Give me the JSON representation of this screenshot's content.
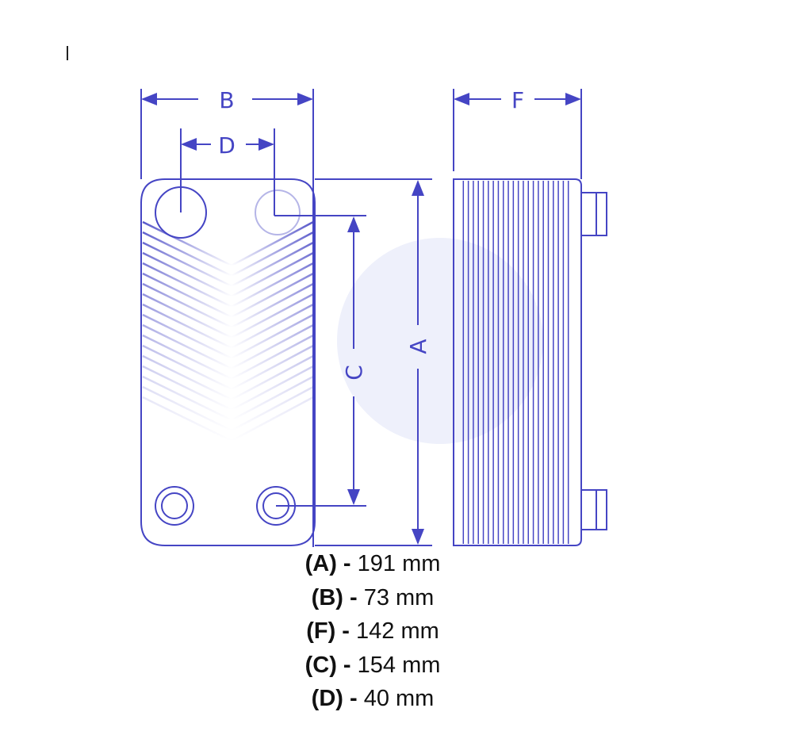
{
  "diagram": {
    "line_color": "#4545c4",
    "dimension_labels": {
      "A": "A",
      "B": "B",
      "C": "C",
      "D": "D",
      "F": "F"
    },
    "side_view_fin_count": 22
  },
  "specs": [
    {
      "key": "(A)",
      "sep": " - ",
      "value": "191 mm"
    },
    {
      "key": "(B)",
      "sep": " - ",
      "value": "73 mm"
    },
    {
      "key": "(F)",
      "sep": " - ",
      "value": "142 mm"
    },
    {
      "key": "(C)",
      "sep": " - ",
      "value": "154 mm"
    },
    {
      "key": "(D)",
      "sep": " - ",
      "value": "40 mm"
    }
  ]
}
